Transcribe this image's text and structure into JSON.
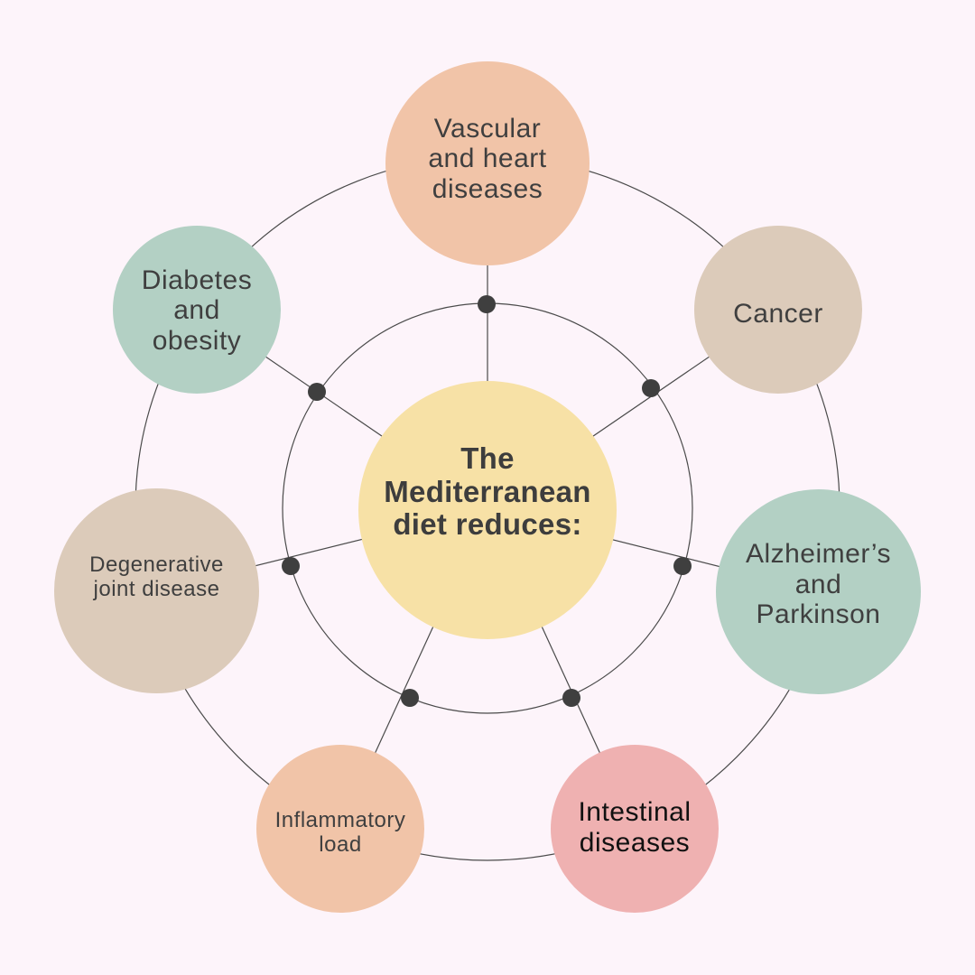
{
  "diagram": {
    "type": "hub-and-spoke",
    "background": "#fdf4fa",
    "line_color": "#4a4a4a",
    "dot_color": "#3f3f3f",
    "center": {
      "label": "The\nMediterranean\ndiet reduces:",
      "color": "#f7e1a6"
    },
    "nodes": [
      {
        "id": "vascular",
        "label": "Vascular\nand heart\ndiseases",
        "color": "#f1c4a8",
        "text_color": "#3f3f3f"
      },
      {
        "id": "cancer",
        "label": "Cancer",
        "color": "#dccbba",
        "text_color": "#3f3f3f"
      },
      {
        "id": "alzheimers",
        "label": "Alzheimer’s\nand\nParkinson",
        "color": "#b3d0c4",
        "text_color": "#3f3f3f"
      },
      {
        "id": "intestinal",
        "label": "Intestinal\ndiseases",
        "color": "#efb1b1",
        "text_color": "#111111"
      },
      {
        "id": "inflammatory",
        "label": "Inflammatory\nload",
        "color": "#f1c4a8",
        "text_color": "#3f3f3f"
      },
      {
        "id": "degenerative",
        "label": "Degenerative\njoint disease",
        "color": "#dccbba",
        "text_color": "#3f3f3f"
      },
      {
        "id": "diabetes",
        "label": "Diabetes\nand\nobesity",
        "color": "#b3d0c4",
        "text_color": "#3f3f3f"
      }
    ]
  }
}
